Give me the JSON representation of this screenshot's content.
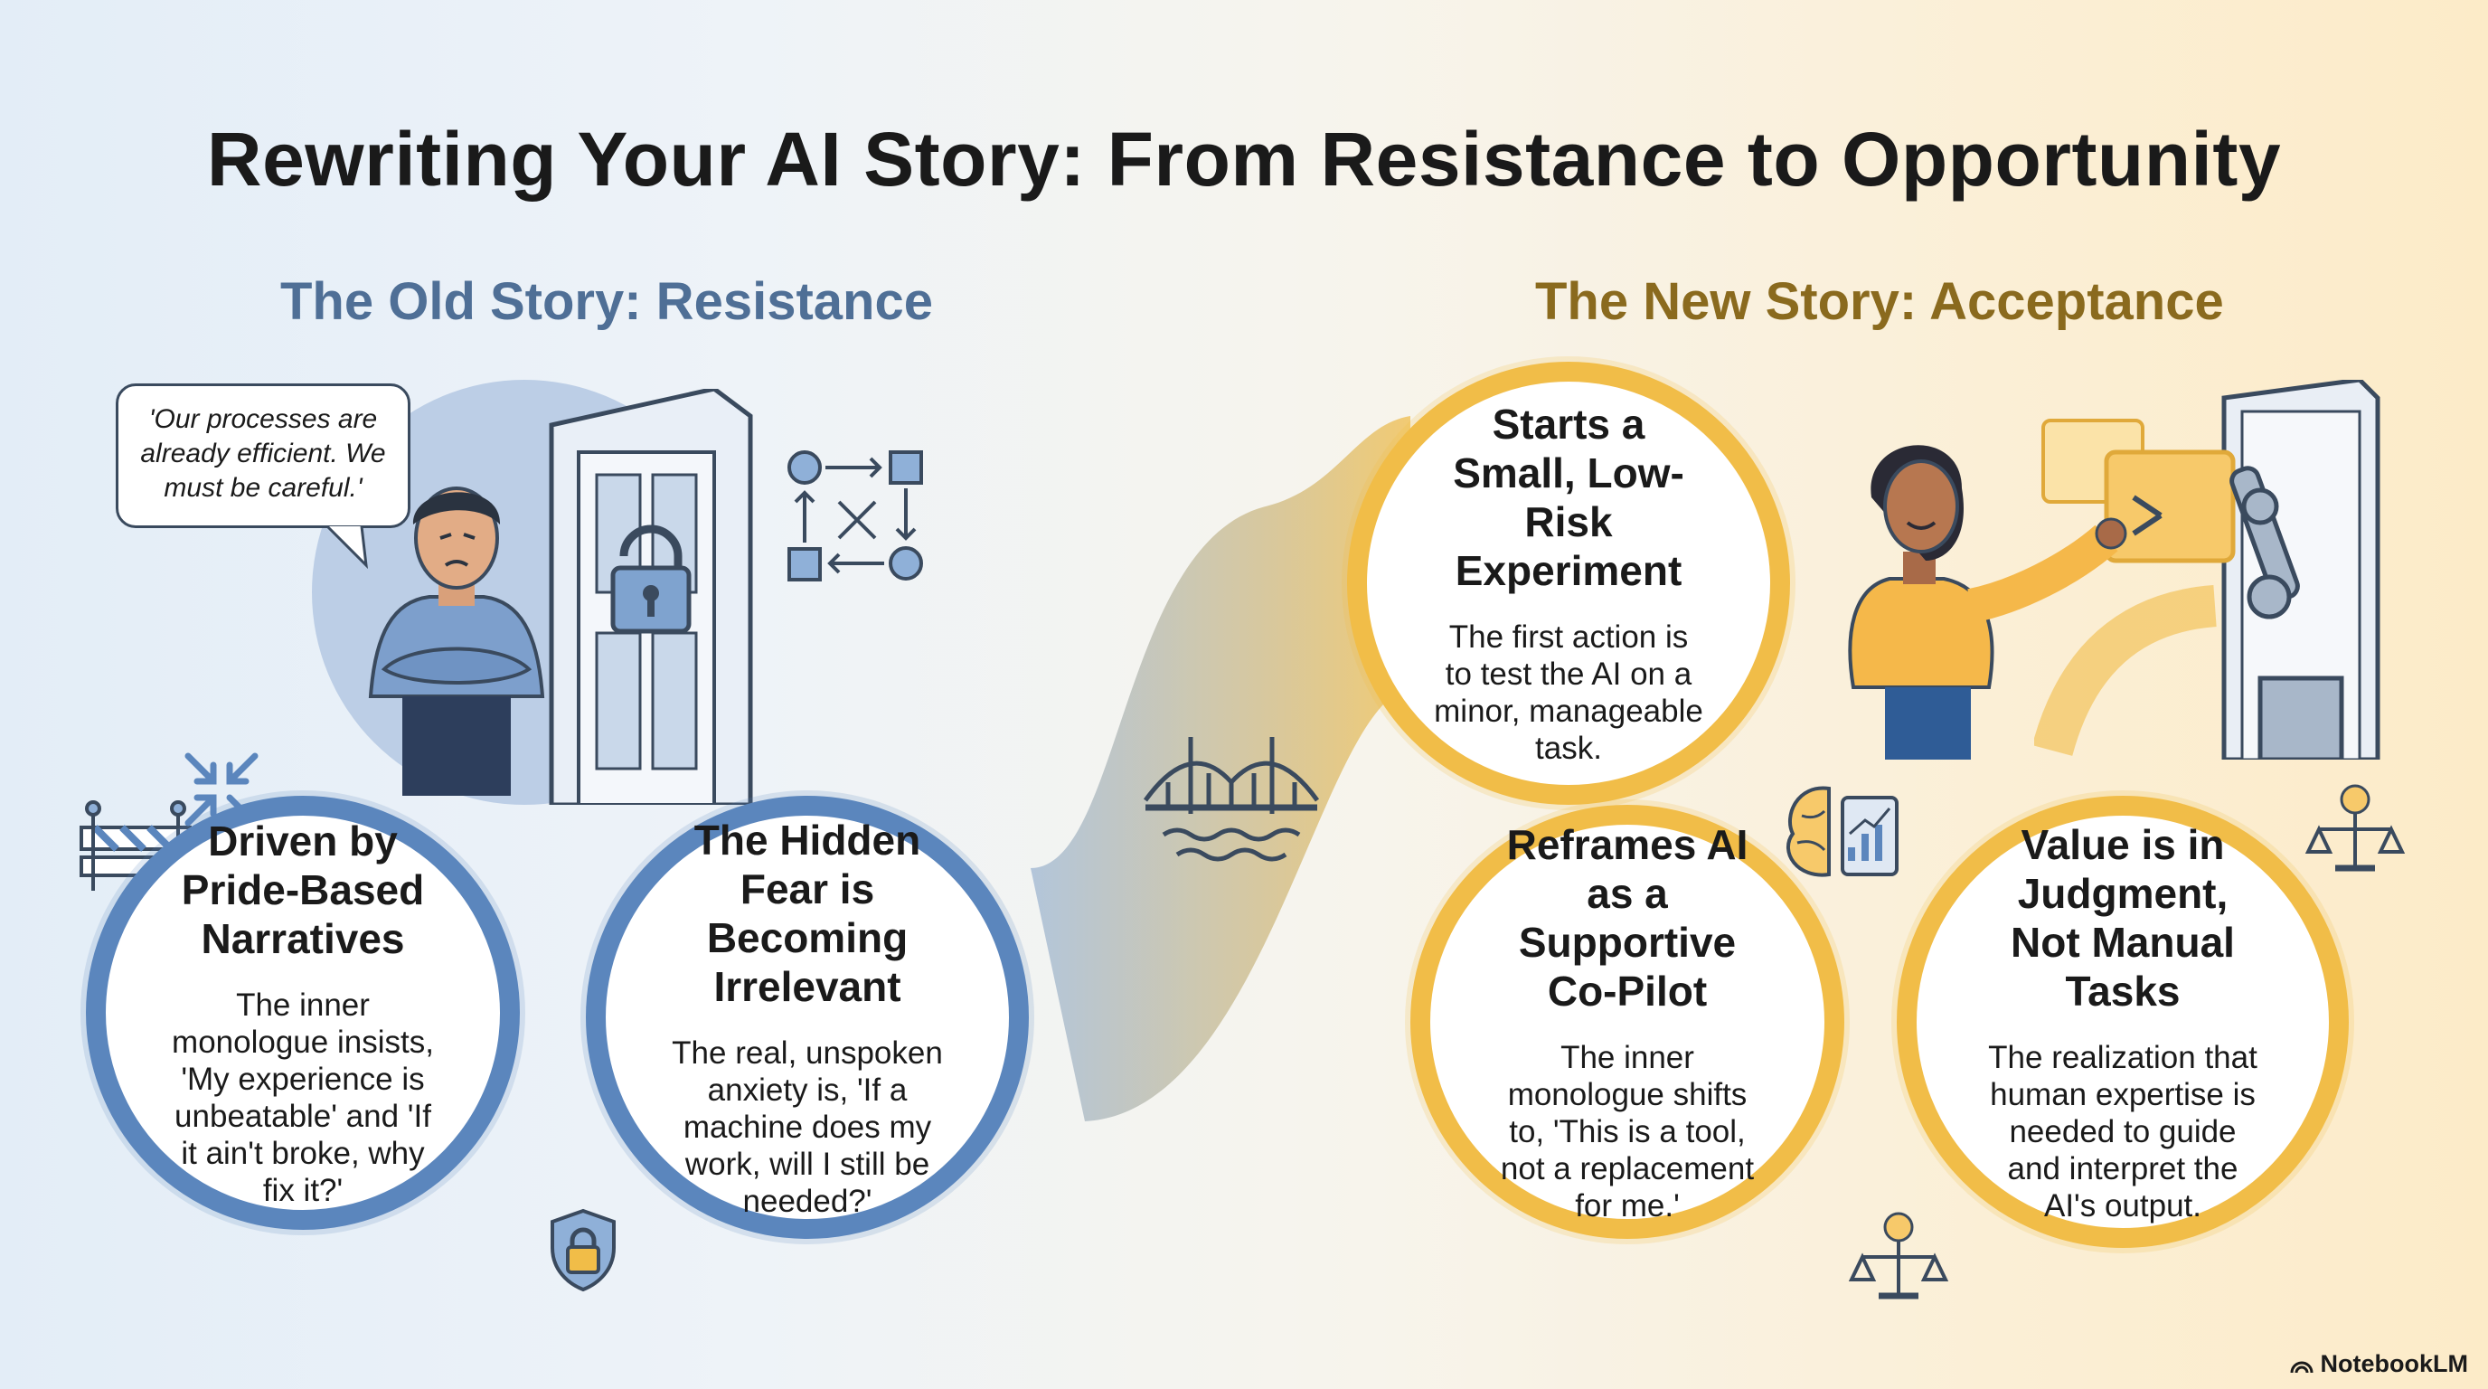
{
  "title": "Rewriting Your AI Story: From Resistance to Opportunity",
  "old_story": {
    "heading": "The Old Story: Resistance",
    "speech": "'Our processes are already efficient. We must be careful.'",
    "cards": [
      {
        "title": "Driven by Pride-Based Narratives",
        "body": "The inner monologue insists, 'My experience is unbeatable' and 'If it ain't broke, why fix it?'"
      },
      {
        "title": "The Hidden Fear is Becoming Irrelevant",
        "body": "The real, unspoken anxiety is, 'If a machine does my work, will I still be needed?'"
      }
    ]
  },
  "new_story": {
    "heading": "The New Story: Acceptance",
    "cards": [
      {
        "title": "Starts a Small, Low-Risk Experiment",
        "body": "The first action is to test the AI on a minor, manageable task."
      },
      {
        "title": "Reframes AI as a Supportive Co-Pilot",
        "body": "The inner monologue shifts to, 'This is a tool, not a replacement for me.'"
      },
      {
        "title": "Value is in Judgment, Not Manual Tasks",
        "body": "The realization that human expertise is needed to guide and interpret the AI's output."
      }
    ]
  },
  "brand": "NotebookLM",
  "colors": {
    "old": "#5b86bd",
    "new": "#f1bd48",
    "old_text": "#4f6f96",
    "new_text": "#8a6a1e"
  },
  "icons": [
    "locked-door-icon",
    "process-flow-icon",
    "barrier-icon",
    "shield-lock-icon",
    "bridge-icon",
    "brain-chart-icon",
    "scales-lightbulb-icon",
    "robot-arm-icon"
  ]
}
